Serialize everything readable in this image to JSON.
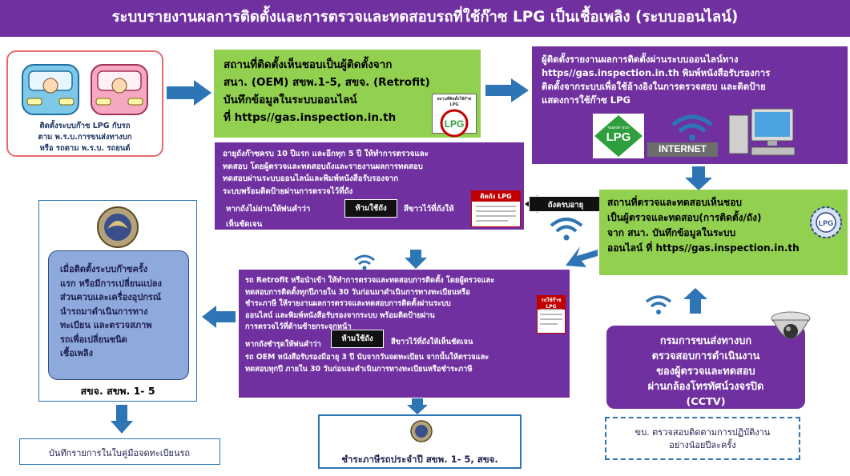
{
  "header": {
    "title": "ระบบรายงานผลการติดตั้งและการตรวจและทดสอบรถที่ใช้ก๊าซ LPG เป็นเชื้อเพลิง (ระบบออนไลน์)"
  },
  "car_box": {
    "lines": [
      "ติดตั้งระบบก๊าซ LPG กับรถ",
      "ตาม พ.ร.บ.การขนส่งทางบก",
      "หรือ รถตาม พ.ร.บ. รถยนต์"
    ]
  },
  "installer_box": {
    "lines": [
      "สถานที่ติดตั้งเห็นชอบเป็นผู้ติดตั้งจาก",
      "สนา. (OEM) สขพ.1-5, สขจ. (Retrofit)",
      "บันทึกข้อมูลในระบบออนไลน์",
      "ที่ https//gas.inspection.in.th"
    ],
    "badge_title": "สถานที่ติดตั้งใช้ก๊าซ LPG",
    "badge_text": "LPG"
  },
  "online_box": {
    "lines": [
      "ผู้ติดตั้งรายงานผลการติดตั้งผ่านระบบออนไลน์ทาง",
      "https//gas.inspection.in.th พิมพ์หนังสือรับรองการ",
      "ติดตั้งจากระบบเพื่อใช้อ้างอิงในการตรวจสอบ  และติดป้าย",
      "แสดงการใช้ก๊าซ LPG"
    ],
    "lpg_badge": "LPG",
    "lpg_badge_top": "ขนส่งทางบก",
    "internet_label": "INTERNET"
  },
  "tank_box": {
    "lines": [
      "อายุถังก๊าซครบ 10 ปีแรก และอีกทุก 5 ปี ให้ทำการตรวจและ",
      "ทดสอบ โดยผู้ตรวจและทดสอบถังและรายงานผลการทดสอบ",
      "ทดสอบผ่านระบบออนไลน์และพิมพ์หนังสือรับรองจาก",
      "ระบบพร้อมติดป้ายผ่านการตรวจไว้ที่ถัง"
    ],
    "fail_prefix": "หากถังไม่ผ่านให้พ่นคำว่า",
    "fail_suffix": "สีขาวไว้ที่ถังให้",
    "fail_end": "เห็นชัดเจน",
    "forbid_label": "ห้ามใช้ถัง",
    "card_title": "ติดถัง LPG"
  },
  "tank_expiry_badge": "ถังครบอายุ",
  "station_box": {
    "lines": [
      "สถานที่ตรวจและทดสอบเห็นชอบ",
      "เป็นผู้ตรวจและทดสอบ(การติดตั้ง/ถัง)",
      "จาก สนา. บันทึกข้อมูลในระบบ",
      "ออนไลน์ ที่ https//gas.inspection.in.th"
    ],
    "badge_text": "LPG"
  },
  "dlt_box": {
    "inner_lines": [
      "เมื่อติดตั้งระบบก๊าซครั้ง",
      "แรก หรือมีการเปลี่ยนแปลง",
      "ส่วนควบและเครื่องอุปกรณ์",
      "นำรถมาดำเนินการทาง",
      "ทะเบียน และตรวจสภาพ",
      "รถเพื่อเปลี่ยนชนิด",
      "เชื้อเพลิง"
    ],
    "footer": "สขจ.  สขพ. 1- 5"
  },
  "retrofit_box": {
    "lines": [
      "รถ Retrofit หรือนำเข้า ให้ทำการตรวจและทดสอบการติดตั้ง โดยผู้ตรวจและ",
      "ทดสอบการติดตั้งทุกปีภายใน 30 วันก่อนมาดำเนินการทางทะเบียนหรือ",
      "ชำระภาษี ให้รายงานผลการตรวจและทดสอบการติดตั้งผ่านระบบ",
      "ออนไลน์ และพิมพ์หนังสือรับรองจากระบบ พร้อมติดป้ายผ่าน",
      "การตรวจไว้ที่ด้านซ้ายกระจกหน้า"
    ],
    "fail_prefix": "หากถังชำรุดให้พ่นคำว่า",
    "fail_suffix": "สีขาวไว้ที่ถังให้เห็นชัดเจน",
    "forbid_label": "ห้ามใช้ถัง",
    "lines_2": [
      "รถ OEM หนังสือรับรองมีอายุ 3 ปี  นับจากวันจดทะเบียน จากนั้นให้ตรวจและ",
      "ทดสอบทุกปี ภายใน 30 วันก่อนจะดำเนินการทางทะเบียนหรือชำระภาษี"
    ],
    "card_title": "รถใช้ก๊าซ LPG"
  },
  "cctv_box": {
    "lines": [
      "กรมการขนส่งทางบก",
      "ตรวจสอบการดำเนินงาน",
      "ของผู้ตรวจและทดสอบ",
      "ผ่านกล้องโทรทัศน์วงจรปิด",
      "(CCTV)"
    ]
  },
  "monitor_box": {
    "lines": [
      "ขบ. ตรวจสอบติดตามการปฏิบัติงาน",
      "อย่างน้อยปีละครั้ง"
    ]
  },
  "record_box": {
    "text": "บันทึกรายการในใบคู่มือจดทะเบียนรถ"
  },
  "tax_box": {
    "text": "ชำระภาษีรถประจำปี สขพ. 1- 5, สขจ."
  },
  "colors": {
    "purple": "#7030a0",
    "green": "#92d050",
    "blue_arrow": "#2e75b6",
    "lpg_green": "#2e9e3e",
    "red": "#c00000"
  }
}
